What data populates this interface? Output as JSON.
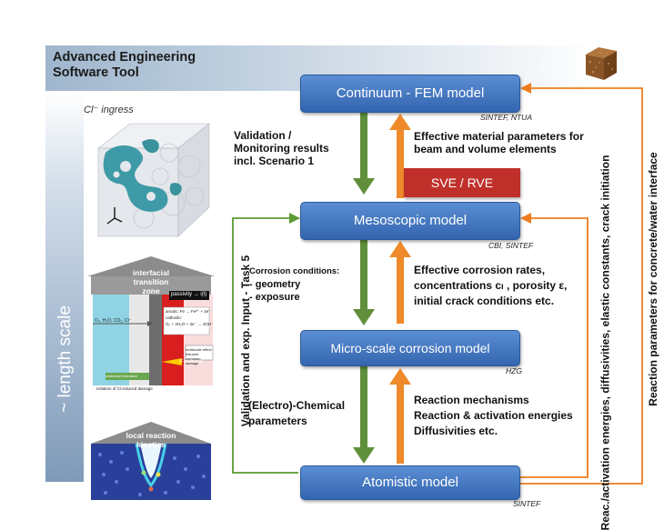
{
  "header": {
    "title_line1": "Advanced Engineering",
    "title_line2": "Software Tool"
  },
  "side_axis": {
    "label": "~ length scale"
  },
  "boxes": {
    "continuum": "Continuum - FEM model",
    "mesoscopic": "Mesoscopic model",
    "microscale": "Micro-scale corrosion model",
    "atomistic": "Atomistic model",
    "sve_rve": "SVE / RVE"
  },
  "institutions": {
    "continuum": "SINTEF, NTUA",
    "mesoscopic": "CBI, SINTEF",
    "microscale": "HZG",
    "atomistic": "SINTEF"
  },
  "labels": {
    "validation_monitoring": "Validation /\nMonitoring results\nincl. Scenario 1",
    "effective_material": "Effective material parameters for\nbeam and volume elements",
    "corrosion_conditions_title": "Corrosion conditions:",
    "corrosion_conditions_items": " - geometry\n - exposure",
    "effective_corrosion": "Effective corrosion rates,\nconcentrations cₗ , porosity  ε,\ninitial crack conditions etc.",
    "electro_chemical": "(Electro)-Chemical\nparameters",
    "reaction_mechanisms": "Reaction mechanisms\nReaction & activation energies\nDiffusivities etc.",
    "validation_input": "Validation and exp. Input - Task 5",
    "reac_activation": "Reac./activation energies, diffusivities,\nelastic constants, crack initiation",
    "reaction_parameters": "Reaction parameters for concrete/water interface"
  },
  "images": {
    "cl_ingress": "Cl⁻ ingress",
    "itz_title": "interfacial\ntransition zone",
    "kinetics_title": "local reaction\nkinetics",
    "passivity": "passivity → i(t)",
    "species": "O₂, H₂O, CO₂, Cl⁻",
    "anodic": "anodic:  Fe → Fe²⁺ + 2e⁻",
    "cathodic": "cathodic:",
    "cathodic_eq": "O₂ + 2H₂O + 4e⁻ → 4OH⁻",
    "damage": "F damage",
    "rust_caption": "multiscale effect\ninduced corrosion\ndamage",
    "chloride_caption": "initiation of Cl-induced damage",
    "oxide_caption": "oxide/rust formation"
  },
  "colors": {
    "box_blue": "#3f73bd",
    "sve_red": "#c0302b",
    "down_arrow_green": "#5f8f3a",
    "up_arrow_orange": "#ee8a2a",
    "feedback_orange": "#ee7d1f",
    "validation_green": "#5c9a32"
  }
}
